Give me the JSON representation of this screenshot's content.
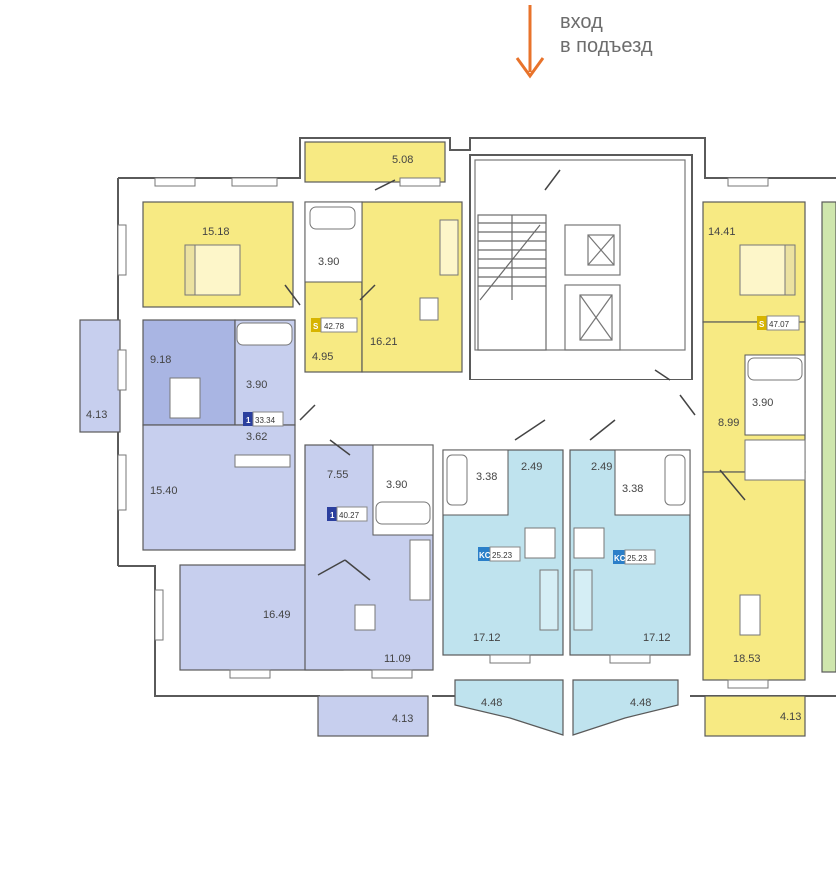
{
  "entrance": {
    "line1": "вход",
    "line2": "в подъезд"
  },
  "colors": {
    "yellow": "#f7ea83",
    "blue": "#c7cfee",
    "blue_dark": "#a9b5e3",
    "cyan": "#bfe3ee",
    "green": "#cfe6ad",
    "arrow": "#e8732b",
    "wall": "#5a5a5a"
  },
  "apartments": [
    {
      "id": "apt-left-top",
      "color": "yellow",
      "tag_letter": "S",
      "tag_area": "42.78",
      "rooms": [
        "15.18",
        "5.08",
        "3.90",
        "16.21",
        "4.95"
      ]
    },
    {
      "id": "apt-left-mid",
      "color": "blue",
      "tag_letter": "1",
      "tag_area": "33.34",
      "rooms": [
        "9.18",
        "3.90",
        "3.62",
        "15.40",
        "4.13"
      ]
    },
    {
      "id": "apt-center-left",
      "color": "blue",
      "tag_letter": "1",
      "tag_area": "40.27",
      "rooms": [
        "7.55",
        "3.90",
        "16.49",
        "11.09",
        "4.13"
      ]
    },
    {
      "id": "apt-studio-left",
      "color": "cyan",
      "tag_letter": "KC",
      "tag_area": "25.23",
      "rooms": [
        "3.38",
        "2.49",
        "17.12",
        "4.48"
      ]
    },
    {
      "id": "apt-studio-right",
      "color": "cyan",
      "tag_letter": "KC",
      "tag_area": "25.23",
      "rooms": [
        "2.49",
        "3.38",
        "17.12",
        "4.48"
      ]
    },
    {
      "id": "apt-right",
      "color": "yellow",
      "tag_letter": "S",
      "tag_area": "47.07",
      "rooms": [
        "14.41",
        "3.90",
        "8.99",
        "18.53",
        "4.13"
      ]
    }
  ]
}
